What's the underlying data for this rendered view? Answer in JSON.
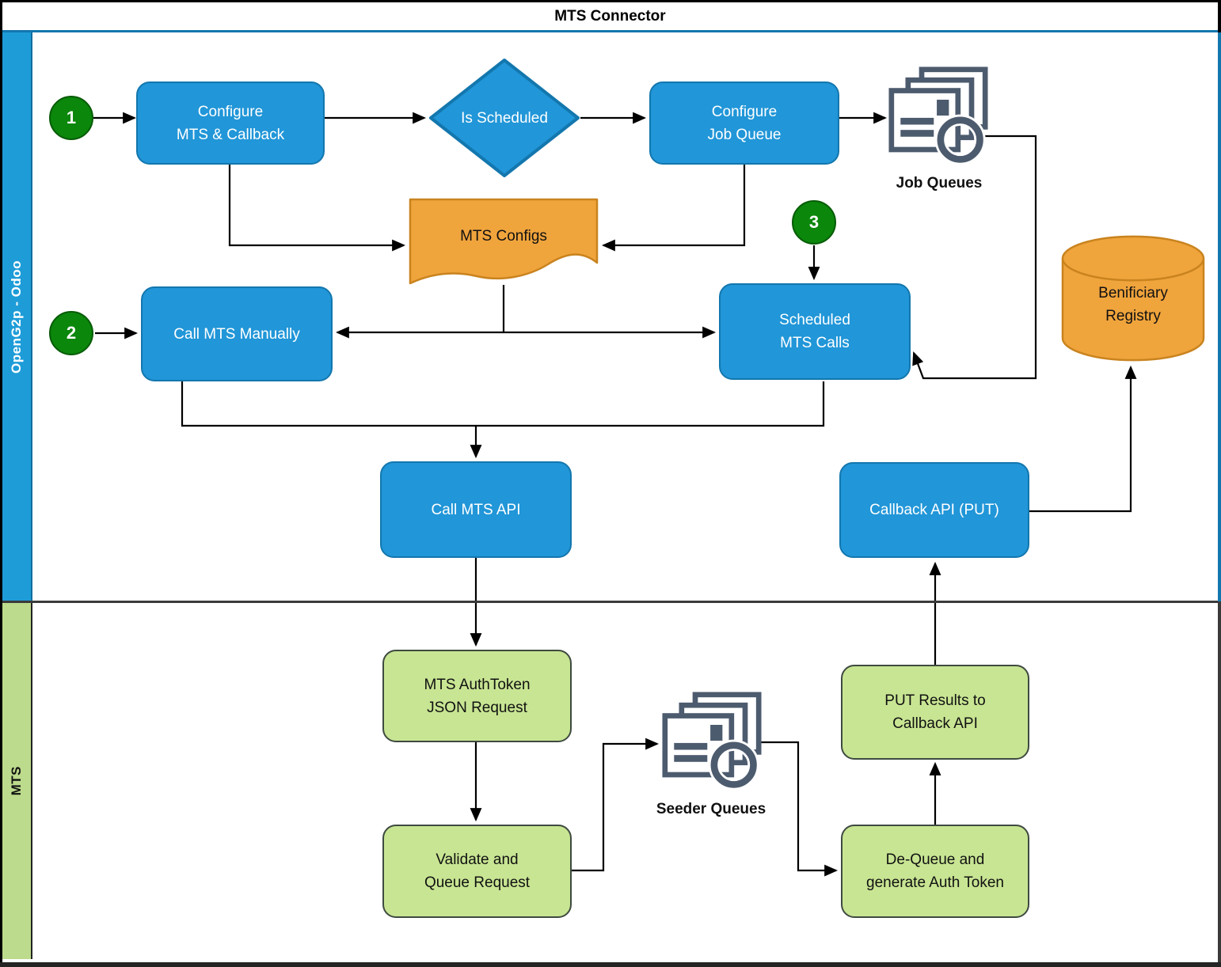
{
  "title": "MTS Connector",
  "lanes": [
    {
      "id": "odoo",
      "label": "OpenG2p - Odoo"
    },
    {
      "id": "mts",
      "label": "MTS"
    }
  ],
  "steps": {
    "step1": "1",
    "step2": "2",
    "step3": "3"
  },
  "nodes": {
    "configure_mts_callback": "Configure\nMTS & Callback",
    "is_scheduled": "Is Scheduled",
    "configure_job_queue": "Configure\nJob Queue",
    "job_queues_caption": "Job Queues",
    "mts_configs": "MTS Configs",
    "call_mts_manually": "Call MTS Manually",
    "scheduled_mts_calls": "Scheduled\nMTS Calls",
    "beneficiary_registry": "Benificiary\nRegistry",
    "call_mts_api": "Call MTS API",
    "callback_api_put": "Callback API (PUT)",
    "mts_authtoken_json_request": "MTS AuthToken\nJSON Request",
    "validate_and_queue_request": "Validate and\nQueue Request",
    "seeder_queues_caption": "Seeder Queues",
    "de_queue_generate_auth_token": "De-Queue and\ngenerate Auth Token",
    "put_results_to_callback_api": "PUT Results to\nCallback API"
  },
  "icons": {
    "job_queues": "message-queue-stack-icon",
    "seeder_queues": "message-queue-stack-icon"
  },
  "colors": {
    "node_blue_fill": "#2196D8",
    "node_blue_stroke": "#1377AE",
    "node_green_fill": "#C8E593",
    "node_green_stroke": "#3E4A40",
    "lane_blue": "#1E9CD8",
    "lane_green": "#BCDB8C",
    "orange_fill": "#F0A43C",
    "orange_stroke": "#C9831E",
    "step_circle_green": "#0B870B",
    "icon_slate": "#4D5B6E",
    "edge_black": "#000000"
  },
  "edges": [
    {
      "from": "step-1",
      "to": "configure-mts-callback"
    },
    {
      "from": "configure-mts-callback",
      "to": "is-scheduled"
    },
    {
      "from": "is-scheduled",
      "to": "configure-job-queue"
    },
    {
      "from": "configure-job-queue",
      "to": "job-queues"
    },
    {
      "from": "configure-mts-callback",
      "to": "mts-configs"
    },
    {
      "from": "configure-job-queue",
      "to": "mts-configs"
    },
    {
      "from": "step-3",
      "to": "scheduled-mts-calls"
    },
    {
      "from": "mts-configs",
      "to": "call-mts-manually"
    },
    {
      "from": "mts-configs",
      "to": "scheduled-mts-calls"
    },
    {
      "from": "step-2",
      "to": "call-mts-manually"
    },
    {
      "from": "job-queues",
      "to": "scheduled-mts-calls"
    },
    {
      "from": "call-mts-manually",
      "to": "call-mts-api"
    },
    {
      "from": "scheduled-mts-calls",
      "to": "call-mts-api"
    },
    {
      "from": "call-mts-api",
      "to": "mts-authtoken-json-request"
    },
    {
      "from": "mts-authtoken-json-request",
      "to": "validate-and-queue-request"
    },
    {
      "from": "validate-and-queue-request",
      "to": "seeder-queues"
    },
    {
      "from": "seeder-queues",
      "to": "de-queue-and-generate-auth-token"
    },
    {
      "from": "de-queue-and-generate-auth-token",
      "to": "put-results-to-callback-api"
    },
    {
      "from": "put-results-to-callback-api",
      "to": "callback-api-put"
    },
    {
      "from": "callback-api-put",
      "to": "beneficiary-registry"
    }
  ]
}
